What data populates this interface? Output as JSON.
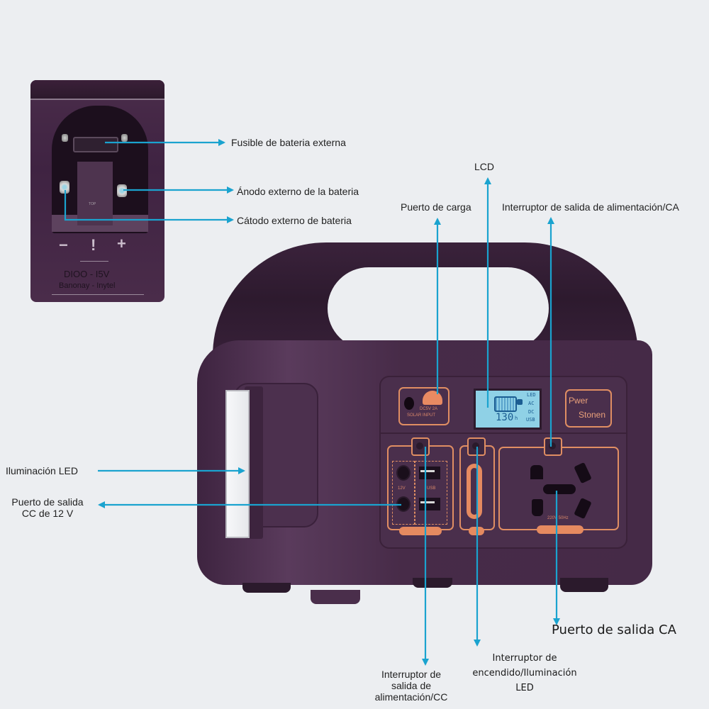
{
  "diagram": {
    "title": "Portable power station component diagram",
    "accent_color": "#1aa3cf",
    "device_color": "#4a2e4b",
    "trim_color": "#e08e63"
  },
  "inset": {
    "block_label": "TOP",
    "minus_symbol": "−",
    "warning_symbol": "!",
    "plus_symbol": "+",
    "voltage_text": "DIOO - I5V",
    "input_text": "Banonay - Inytel"
  },
  "device": {
    "lcd": {
      "value": "130",
      "unit": "h",
      "indicators": [
        "LED",
        "AC",
        "DC",
        "USB"
      ]
    },
    "brand_line1": "Pwer",
    "brand_line2": "Stonen",
    "charge_port_text1": "DC5V 2A",
    "charge_port_text2": "SOLAR INPUT",
    "dc_label": "12V",
    "usb_label": "USB",
    "ac_label": "220V 50Hz"
  },
  "callouts": [
    {
      "id": "fuse",
      "text": "Fusible de bateria externa"
    },
    {
      "id": "anode",
      "text": "Ánodo externo de la bateria"
    },
    {
      "id": "cathode",
      "text": "Cátodo externo de bateria"
    },
    {
      "id": "lcd",
      "text": "LCD"
    },
    {
      "id": "charge-port",
      "text": "Puerto de carga"
    },
    {
      "id": "ac-switch",
      "text": "Interruptor de salida de alimentación/CA"
    },
    {
      "id": "led-light",
      "text": "Iluminación LED"
    },
    {
      "id": "dc-output-line1",
      "text": "Puerto de salida"
    },
    {
      "id": "dc-output-line2",
      "text": "CC de 12 V"
    },
    {
      "id": "ac-output",
      "text": "Puerto de salida CA"
    },
    {
      "id": "dc-switch-line1",
      "text": "Interruptor de"
    },
    {
      "id": "dc-switch-line2",
      "text": "salida de"
    },
    {
      "id": "dc-switch-line3",
      "text": "alimentación/CC"
    },
    {
      "id": "power-switch-line1",
      "text": "Interruptor de"
    },
    {
      "id": "power-switch-line2",
      "text": "encendido/Iluminación"
    },
    {
      "id": "power-switch-line3",
      "text": "LED"
    }
  ]
}
